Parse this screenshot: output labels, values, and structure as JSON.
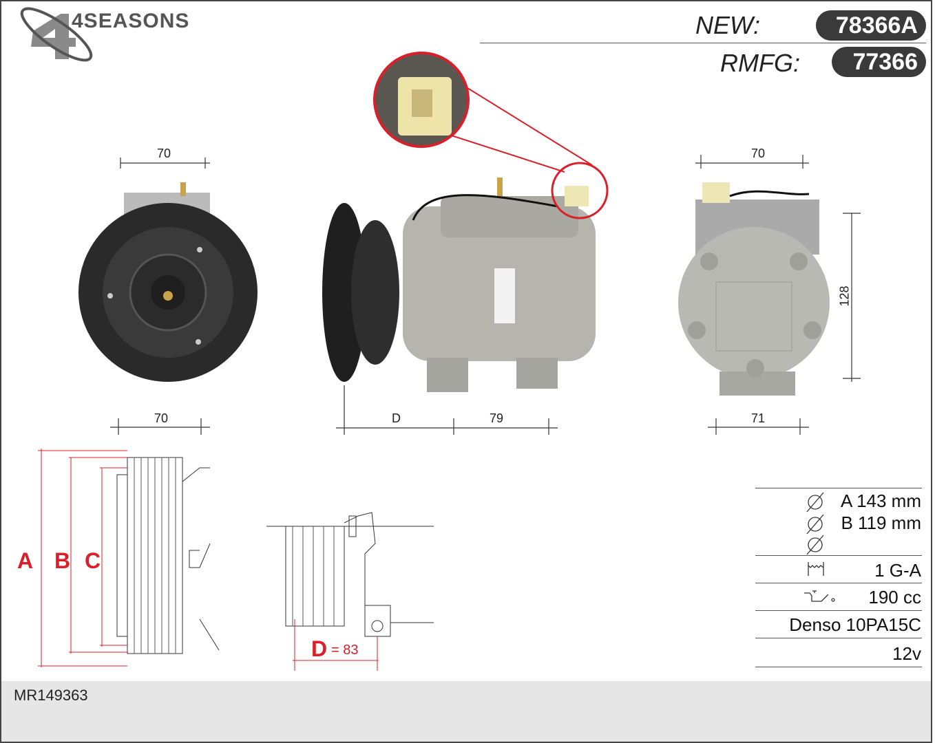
{
  "brand": {
    "logo_text": "4SEASONS"
  },
  "header": {
    "new_label": "NEW:",
    "new_number": "78366A",
    "rmfg_label": "RMFG:",
    "rmfg_number": "77366"
  },
  "dimensions": {
    "front_top": "70",
    "front_bottom": "70",
    "side_d": "D",
    "side_79": "79",
    "rear_top": "70",
    "rear_height": "128",
    "rear_bottom": "71"
  },
  "diagram": {
    "label_a": "A",
    "label_b": "B",
    "label_c": "C",
    "label_d": "D",
    "d_value": "= 83"
  },
  "specs": {
    "dia_a": "A 143 mm",
    "dia_b": "B 119 mm",
    "dia_c": "",
    "pulley_grooves": "1 G-A",
    "oil": "190 cc",
    "model": "Denso 10PA15C",
    "voltage": "12v"
  },
  "footer": {
    "oe_number": "MR149363"
  },
  "colors": {
    "accent_red": "#d9202a",
    "pill_bg": "#3a3a3a",
    "footer_bg": "#e6e6e6"
  }
}
